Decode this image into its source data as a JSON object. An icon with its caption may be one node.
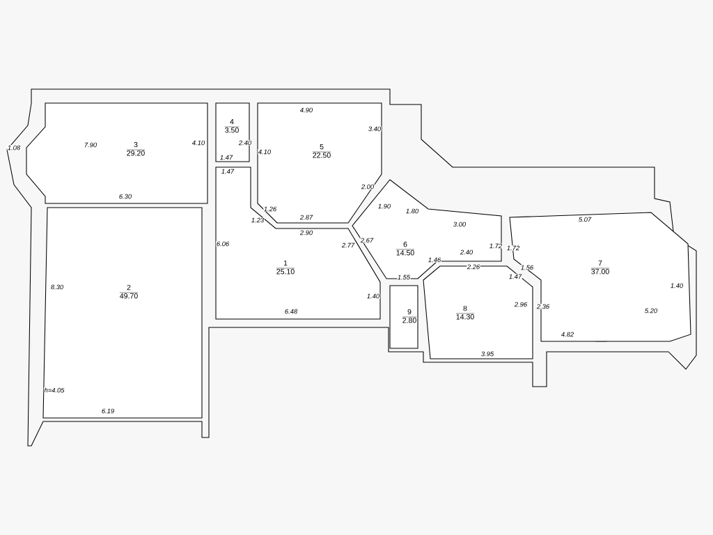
{
  "diagram": {
    "nodes": [
      {
        "text": [
          "3",
          "29.20"
        ]
      },
      {
        "text": [
          "4",
          "3.50"
        ]
      },
      {
        "text": [
          "5",
          "22.50"
        ]
      },
      {
        "text": [
          "2",
          "49.70"
        ]
      },
      {
        "text": [
          "1",
          "25.10"
        ]
      },
      {
        "text": [
          "6",
          "14.50"
        ]
      },
      {
        "text": [
          "9",
          "2.80"
        ]
      },
      {
        "text": [
          "8",
          "14.30"
        ]
      },
      {
        "text": [
          "7",
          "37.00"
        ]
      }
    ],
    "labels": [
      "7.90",
      "4.10",
      "6.30",
      "1.08",
      "2.40",
      "1.47",
      "1.47",
      "4.90",
      "4.10",
      "3.40",
      "2.00",
      "1.90",
      "1.26",
      "2.87",
      "1.23",
      "2.90",
      "8.30",
      "h=4.05",
      "6.19",
      "6.06",
      "2.77",
      "6.48",
      "1.40",
      "1.80",
      "3.00",
      "2.67",
      "1.72",
      "1.46",
      "1.55",
      "2.40",
      "2.26",
      "1.47",
      "2.96",
      "3.95",
      "5.07",
      "1.72",
      "1.56",
      "2.36",
      "1.40",
      "5.20",
      "4.82"
    ]
  }
}
